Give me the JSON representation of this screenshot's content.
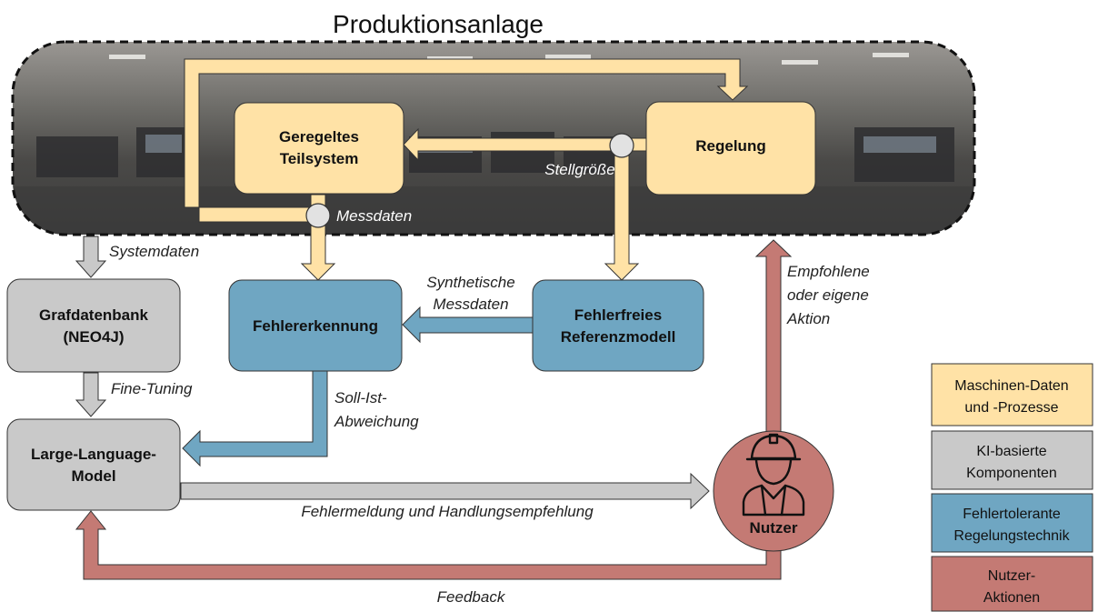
{
  "title": "Produktionsanlage",
  "boxes": {
    "geregeltes": [
      "Geregeltes",
      "Teilsystem"
    ],
    "regelung": [
      "Regelung"
    ],
    "grafdatenbank": [
      "Grafdatenbank",
      "(NEO4J)"
    ],
    "fehlererkennung": [
      "Fehlererkennung"
    ],
    "referenzmodell": [
      "Fehlerfreies",
      "Referenzmodell"
    ],
    "llm": [
      "Large-Language-",
      "Model"
    ],
    "nutzer": "Nutzer"
  },
  "labels": {
    "stellgroesse": "Stellgröße",
    "messdaten": "Messdaten",
    "systemdaten": "Systemdaten",
    "synthetische": [
      "Synthetische",
      "Messdaten"
    ],
    "empfohlene": [
      "Empfohlene",
      "oder eigene",
      "Aktion"
    ],
    "fine_tuning": "Fine-Tuning",
    "soll_ist": [
      "Soll-Ist-",
      "Abweichung"
    ],
    "fehlermeldung": "Fehlermeldung und Handlungsempfehlung",
    "feedback": "Feedback"
  },
  "legend": [
    {
      "lines": [
        "Maschinen-Daten",
        "und -Prozesse"
      ],
      "color": "#FFE2A6"
    },
    {
      "lines": [
        "KI-basierte",
        "Komponenten"
      ],
      "color": "#C9C9C9"
    },
    {
      "lines": [
        "Fehlertolerante",
        "Regelungstechnik"
      ],
      "color": "#6FA6C2"
    },
    {
      "lines": [
        "Nutzer-",
        "Aktionen"
      ],
      "color": "#C47A74"
    }
  ],
  "colors": {
    "machine": "#FFE2A6",
    "ai": "#C9C9C9",
    "control": "#6FA6C2",
    "user": "#C47A74"
  },
  "icons": {
    "user": "worker-helmet-icon",
    "junction": "junction-dot-icon"
  }
}
